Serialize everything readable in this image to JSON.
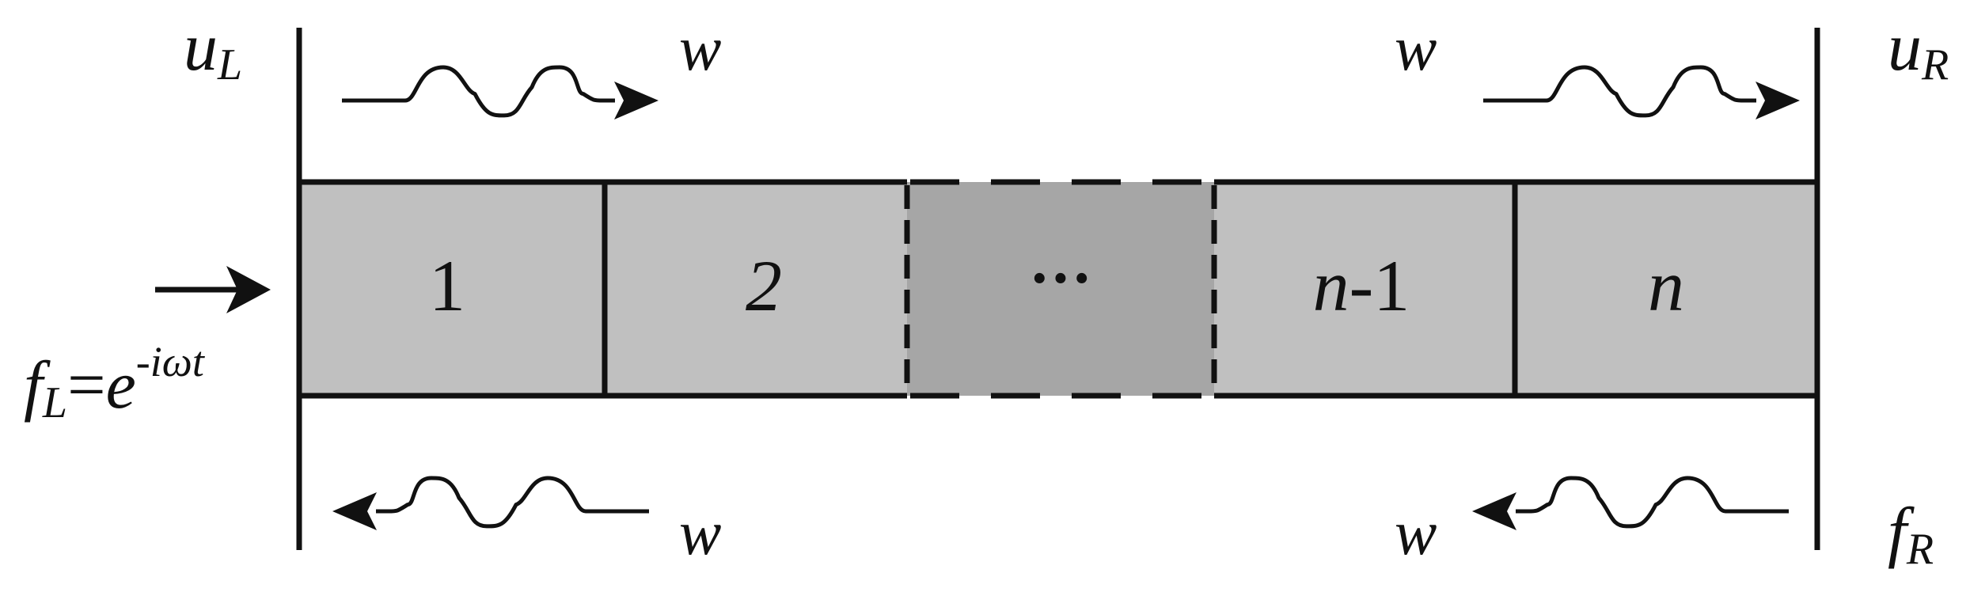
{
  "boundary": {
    "left_displacement": {
      "symbol": "u",
      "sub": "L"
    },
    "right_displacement": {
      "symbol": "u",
      "sub": "R"
    },
    "left_force": {
      "symbol": "f",
      "sub": "L",
      "eq": "=",
      "base": "e",
      "exponent": "-iωt"
    },
    "right_force": {
      "symbol": "f",
      "sub": "R"
    }
  },
  "waves": {
    "top_left": "w",
    "top_right": "w",
    "bottom_left": "w",
    "bottom_right": "w"
  },
  "cells": [
    {
      "label": "1",
      "style": "solid",
      "fill": "#c0c0c0"
    },
    {
      "label": "2",
      "style": "solid",
      "fill": "#c0c0c0"
    },
    {
      "label": "···",
      "style": "dashed",
      "fill": "#a6a6a6"
    },
    {
      "label_italic": "n",
      "label_suffix": "-1",
      "style": "solid",
      "fill": "#c0c0c0"
    },
    {
      "label_italic": "n",
      "style": "solid",
      "fill": "#c0c0c0"
    }
  ],
  "colors": {
    "stroke": "#111111",
    "cell": "#c0c0c0",
    "cell_ellipsis": "#a6a6a6"
  }
}
